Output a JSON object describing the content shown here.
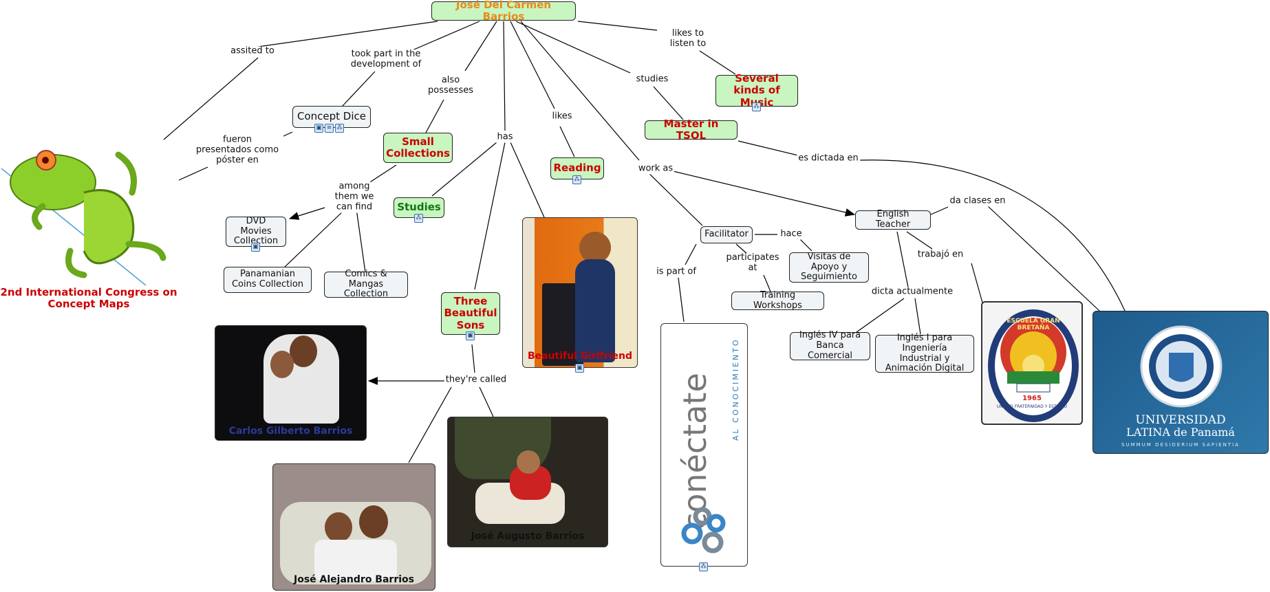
{
  "nodes": {
    "root": "José Del Carmen Barrios",
    "concept_dice": "Concept Dice",
    "small_collections": "Small Collections",
    "studies": "Studies",
    "reading": "Reading",
    "several_music": "Several kinds of Music",
    "master_tsol": "Master in TSOL",
    "facilitator": "Facilitator",
    "english_teacher": "English Teacher",
    "dvd": "DVD Movies Collection",
    "coins": "Panamanian Coins Collection",
    "comics": "Comics & Mangas Collection",
    "three_sons": "Three Beautiful Sons",
    "visitas": "Visitas de Apoyo y Seguimiento",
    "training": "Training Workshops",
    "ingles_iv": "Inglés IV para Banca Comercial",
    "ingles_i": "Inglés I para Ingeniería Industrial y Animación Digital",
    "congress": "2nd International Congress on Concept Maps"
  },
  "links": {
    "assited_to": "assited to",
    "took_part": "took part in the development of",
    "also_possesses": "also possesses",
    "has": "has",
    "likes": "likes",
    "studies": "studies",
    "likes_listen": "likes to listen to",
    "fueron": "fueron presentados como póster en",
    "among": "among them we can find",
    "es_dictada": "es dictada en",
    "work_as": "work as",
    "da_clases": "da clases en",
    "hace": "hace",
    "participates": "participates at",
    "is_part_of": "is part of",
    "trabajo": "trabajó en",
    "dicta": "dicta actualmente",
    "theyre_called": "they're called"
  },
  "photos": {
    "girlfriend": "Beautiful Girlfriend",
    "carlos": "Carlos Gilberto Barrios",
    "augusto": "José Augusto Barrios",
    "alejandro": "José Alejandro Barrios"
  },
  "logos": {
    "conectate_main": "conéctate",
    "conectate_sub": "AL CONOCIMIENTO",
    "gran_bretana": "ESCUELA GRAN BRETAÑA",
    "gran_bretana_year": "1965",
    "gran_bretana_motto": "UNIDAD FRATERNIDAD Y ESTUDIO",
    "ulatina_line1": "UNIVERSIDAD",
    "ulatina_line2": "LATINA de Panamá",
    "ulatina_motto": "SUMMUM DESIDERIUM SAPIENTIA"
  },
  "colors": {
    "node_green": "#c8f5c0",
    "node_default": "#eef2f5",
    "title_orange": "#e88a1a",
    "red_text": "#cc0000",
    "green_text": "#117711",
    "caption_red": "#cc0000",
    "caption_blue": "#2a3a9a"
  }
}
